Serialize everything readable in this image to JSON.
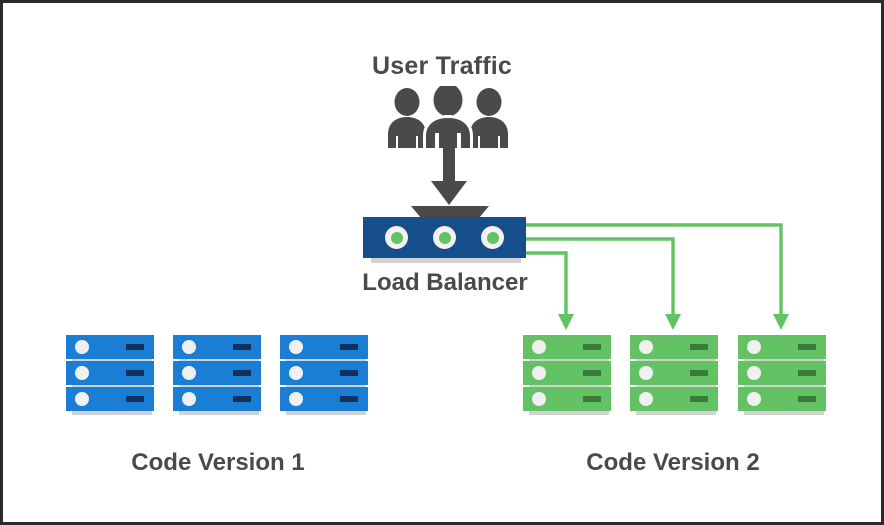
{
  "diagram": {
    "title_user_traffic": "User Traffic",
    "label_load_balancer": "Load Balancer",
    "label_cluster_1": "Code Version 1",
    "label_cluster_2": "Code Version 2"
  },
  "colors": {
    "background": "#ffffff",
    "border": "#2b2b2b",
    "text": "#4a4a4a",
    "icon_dark": "#4a4a4a",
    "load_balancer": "#174e8c",
    "server_blue": "#1a7fd4",
    "server_green": "#63c263",
    "connector_green": "#63c263",
    "led": "#f0f0f0",
    "shadow": "#d2d2d2"
  },
  "icons": {
    "users": "users-group-icon",
    "arrow_down": "arrow-down-icon",
    "led": "status-led-icon",
    "slot": "drive-slot-icon"
  },
  "load_balancer": {
    "led_count": 3,
    "leds": [
      "active",
      "active",
      "active"
    ]
  },
  "clusters": [
    {
      "name": "Code Version 1",
      "variant": "blue",
      "receiving_traffic": false,
      "racks": [
        {
          "units": 3
        },
        {
          "units": 3
        },
        {
          "units": 3
        }
      ]
    },
    {
      "name": "Code Version 2",
      "variant": "green",
      "receiving_traffic": true,
      "racks": [
        {
          "units": 3
        },
        {
          "units": 3
        },
        {
          "units": 3
        }
      ]
    }
  ],
  "connections": [
    {
      "from": "load-balancer",
      "to": "cluster-2-rack-1"
    },
    {
      "from": "load-balancer",
      "to": "cluster-2-rack-2"
    },
    {
      "from": "load-balancer",
      "to": "cluster-2-rack-3"
    }
  ]
}
